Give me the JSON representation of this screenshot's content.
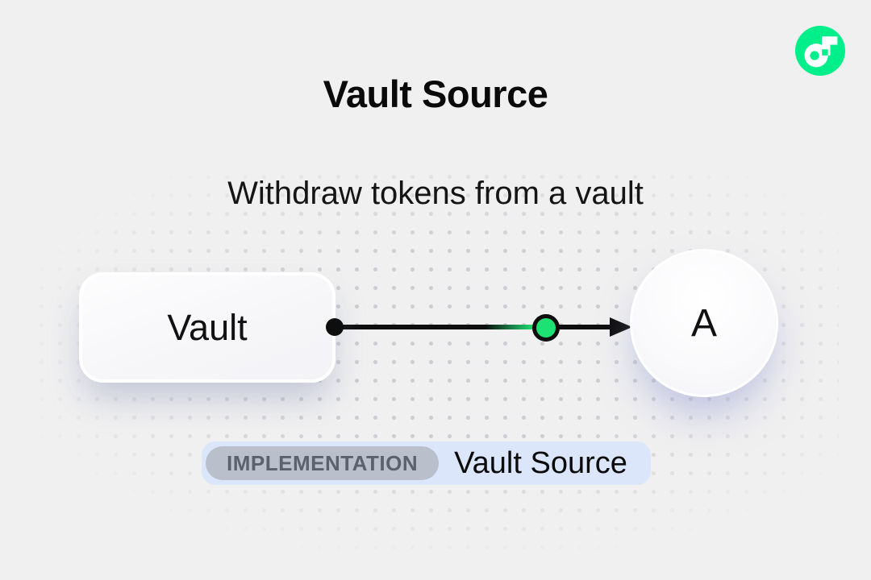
{
  "header": {
    "title": "Vault Source",
    "subtitle": "Withdraw tokens from a vault"
  },
  "diagram": {
    "source_node": {
      "label": "Vault"
    },
    "target_node": {
      "label": "A"
    },
    "edge": {
      "direction": "left-to-right",
      "token_dot_color": "#1EE173",
      "line_color": "#0E0E0E"
    }
  },
  "badge": {
    "kind_label": "IMPLEMENTATION",
    "title": "Vault Source"
  },
  "logo": {
    "icon": "flow-logo",
    "brand_color": "#00EF8B",
    "glyph_color": "#FFFFFF"
  },
  "colors": {
    "background": "#F0F0F0",
    "dot_grid": "#CDCDD2",
    "badge_bg": "#DBE6FB",
    "pill_bg": "#B9C0CC",
    "pill_text": "#5C626D",
    "ink": "#0D0D0D"
  }
}
